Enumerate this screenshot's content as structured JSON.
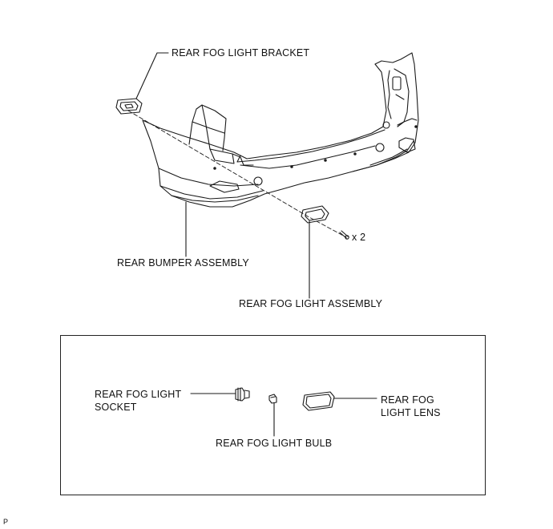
{
  "labels": {
    "bracket": "REAR FOG LIGHT BRACKET",
    "bumper": "REAR BUMPER ASSEMBLY",
    "assembly": "REAR FOG LIGHT ASSEMBLY",
    "screw_qty": "x 2",
    "socket_line1": "REAR FOG LIGHT",
    "socket_line2": "SOCKET",
    "bulb": "REAR FOG LIGHT BULB",
    "lens_line1": "REAR FOG",
    "lens_line2": "LIGHT LENS"
  },
  "page_code": "P"
}
